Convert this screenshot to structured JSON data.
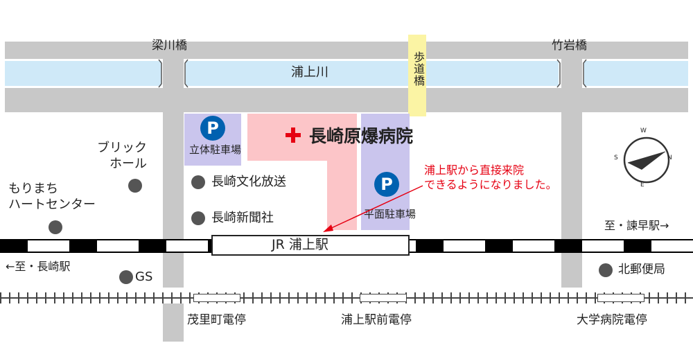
{
  "bridges": {
    "left": "梁川橋",
    "right": "竹岩橋",
    "footbridge": "歩道橋"
  },
  "river": "浦上川",
  "hospital": {
    "name": "長崎原爆病院"
  },
  "parking": {
    "symbol": "P",
    "multi_story": "立体駐車場",
    "surface": "平面駐車場"
  },
  "landmarks": {
    "brick_hall": "ブリック\nホール",
    "morimachi": "もりまち\nハートセンター",
    "nbc": "長崎文化放送",
    "newspaper": "長崎新聞社",
    "gs": "GS",
    "post_office": "北郵便局"
  },
  "note": "浦上駅から直接来院\nできるようになりました。",
  "station": "JR 浦上駅",
  "directions": {
    "isahaya": "至・諫早駅→",
    "nagasaki": "←至・長崎駅"
  },
  "tram_stops": {
    "moriyamachi": "茂里町電停",
    "urakami_ekimae": "浦上駅前電停",
    "daigaku_byoin": "大学病院電停"
  },
  "compass": {
    "n": "N",
    "s": "S",
    "e": "E",
    "w": "W"
  },
  "colors": {
    "road": "#c8c8c8",
    "river": "#cfe9f8",
    "hospital": "#fcc5c8",
    "parking": "#cac5ed",
    "cross": "#e60012",
    "note": "#e60012",
    "p_circle": "#0061b0",
    "footbridge": "#fbf4a4"
  }
}
